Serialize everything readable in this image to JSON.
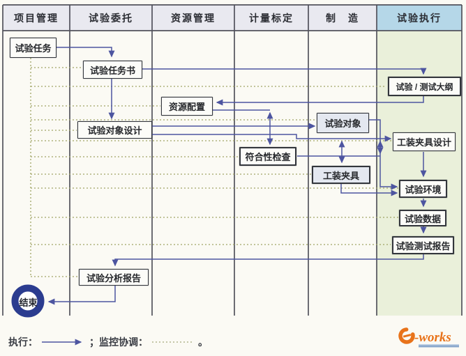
{
  "diagram": {
    "lanes": [
      {
        "title": "项目管理"
      },
      {
        "title": "试验委托"
      },
      {
        "title": "资源管理"
      },
      {
        "title": "计量标定"
      },
      {
        "title": "制　造"
      },
      {
        "title": "试验执行",
        "highlight": true
      }
    ],
    "nodes": {
      "test_task": {
        "label": "试验任务"
      },
      "test_task_doc": {
        "label": "试验任务书"
      },
      "test_outline": {
        "label": "试验 / 测试大纲"
      },
      "resource_config": {
        "label": "资源配置"
      },
      "test_object_design": {
        "label": "试验对象设计"
      },
      "test_object": {
        "label": "试验对象"
      },
      "fixture_design": {
        "label": "工装夹具设计"
      },
      "compliance_check": {
        "label": "符合性检查"
      },
      "fixture": {
        "label": "工装夹具"
      },
      "test_environment": {
        "label": "试验环境"
      },
      "test_data": {
        "label": "试验数据"
      },
      "test_report": {
        "label": "试验测试报告"
      },
      "analysis_report": {
        "label": "试验分析报告"
      },
      "end": {
        "label": "结束"
      }
    },
    "colors": {
      "header_fill": "#e9e9f0",
      "header_highlight": "#b5d7e8",
      "lane_highlight_body": "#eaf0da",
      "grid_line": "#52525c",
      "execute_line": "#4d55a0",
      "monitor_line": "#9fa465",
      "end_ring": "#2b3c8f"
    }
  },
  "legend": {
    "execute_label": "执行：",
    "monitor_label": "；监控协调：",
    "terminator": "。"
  },
  "logo": {
    "text": "e-works",
    "suffix": "-works",
    "color": "#e8731a",
    "bar_color": "#8aa8cc"
  }
}
